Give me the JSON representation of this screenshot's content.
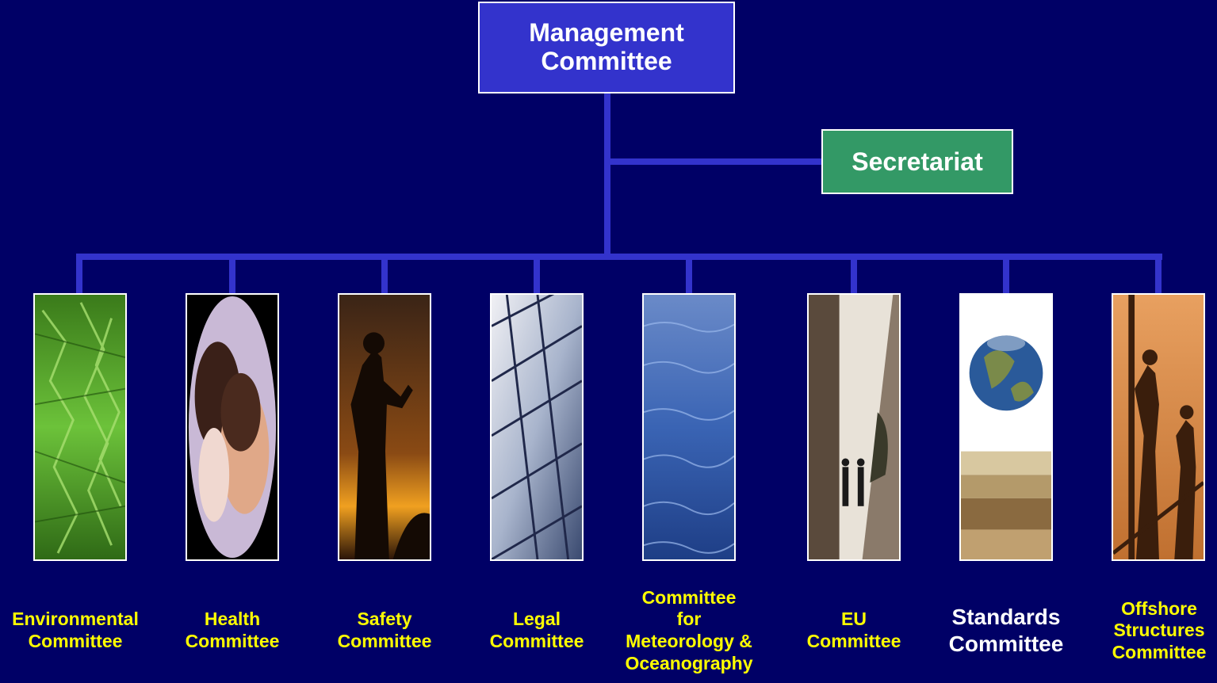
{
  "top_box": {
    "label": "Management\nCommittee",
    "color": "#3333cc"
  },
  "secretariat": {
    "label": "Secretariat",
    "color": "#339966"
  },
  "connector_color": "#3333cc",
  "committees": [
    {
      "label": "Environmental\nCommittee",
      "image": "fern-leaves"
    },
    {
      "label": "Health\nCommittee",
      "image": "eye-examination"
    },
    {
      "label": "Safety\nCommittee",
      "image": "worker-silhouette-sunset"
    },
    {
      "label": "Legal\nCommittee",
      "image": "glass-building"
    },
    {
      "label": "Committee\nfor\nMeteorology &\nOceanography",
      "image": "ocean-waves"
    },
    {
      "label": "EU\nCommittee",
      "image": "people-walking-corridor"
    },
    {
      "label": "Standards\nCommittee",
      "image": "globe-on-papers"
    },
    {
      "label": "Offshore\nStructures\nCommittee",
      "image": "workers-silhouette-structure"
    }
  ]
}
